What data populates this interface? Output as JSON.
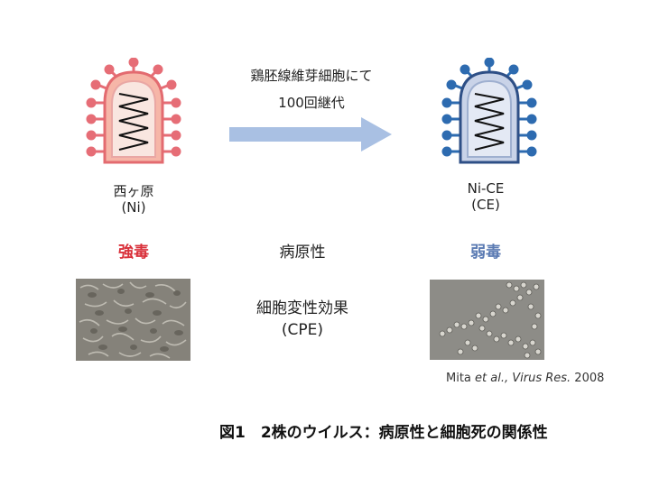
{
  "arrow_text": {
    "line1": "鶏胚線維芽細胞にて",
    "line2": "100回継代"
  },
  "strain_left": {
    "name_line1": "西ヶ原",
    "name_line2": "(Ni)",
    "virulence": "強毒",
    "color_fill": "#f6b6a8",
    "color_stroke": "#e36b70"
  },
  "strain_right": {
    "name_line1": "Ni-CE",
    "name_line2": "(CE)",
    "virulence": "弱毒",
    "color_fill": "#c9d3e8",
    "color_stroke": "#2e67a8"
  },
  "middle": {
    "pathogenicity": "病原性",
    "cpe_line1": "細胞変性効果",
    "cpe_line2": "(CPE)"
  },
  "citation": {
    "author": "Mita ",
    "etal": "et al.,",
    "journal": " Virus Res.",
    "year": " 2008"
  },
  "caption": "図1　2株のウイルス：病原性と細胞死の関係性"
}
